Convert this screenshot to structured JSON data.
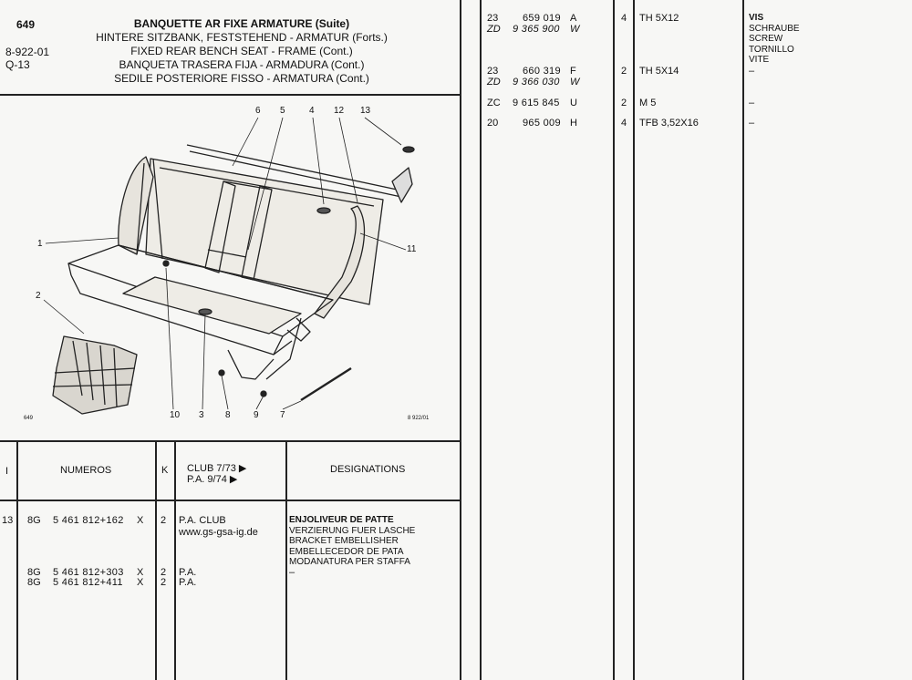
{
  "header": {
    "page_number": "649",
    "ref_code": "8-922-01",
    "q_code": "Q-13",
    "title_lines": [
      "BANQUETTE AR FIXE ARMATURE (Suite)",
      "HINTERE SITZBANK, FESTSTEHEND - ARMATUR (Forts.)",
      "FIXED REAR BENCH SEAT - FRAME (Cont.)",
      "BANQUETA TRASERA FIJA - ARMADURA (Cont.)",
      "SEDILE POSTERIORE FISSO - ARMATURA (Cont.)"
    ]
  },
  "diagram": {
    "callouts": [
      "1",
      "2",
      "3",
      "4",
      "5",
      "6",
      "7",
      "8",
      "9",
      "10",
      "11",
      "12",
      "13"
    ],
    "small_left": "649",
    "small_right": "8 922/01"
  },
  "table_header": {
    "col_i": "I",
    "col_numeros": "NUMEROS",
    "col_k": "K",
    "col_models_line1": "CLUB  7/73 ▶",
    "col_models_line2": "P.A.    9/74 ▶",
    "col_designations": "DESIGNATIONS"
  },
  "left_rows": [
    {
      "i": "13",
      "code": "8G",
      "num": "5 461 812+162",
      "x": "X",
      "k": "2",
      "model": "P.A. CLUB",
      "model2": "www.gs-gsa-ig.de",
      "des": [
        "ENJOLIVEUR DE PATTE",
        "VERZIERUNG FUER LASCHE",
        "BRACKET EMBELLISHER",
        "EMBELLECEDOR DE PATA",
        "MODANATURA PER STAFFA"
      ]
    },
    {
      "i": "",
      "code": "8G",
      "num": "5 461 812+303",
      "x": "X",
      "k": "2",
      "model": "P.A.",
      "des": [
        "–"
      ]
    },
    {
      "i": "",
      "code": "8G",
      "num": "5 461 812+411",
      "x": "X",
      "k": "2",
      "model": "P.A.",
      "des": []
    }
  ],
  "right_rows": [
    {
      "c1": "23",
      "n1": "659 019",
      "l1": "A",
      "c2": "ZD",
      "n2": "9 365 900",
      "l2": "W",
      "k": "4",
      "desc": "TH 5X12",
      "des": [
        "VIS",
        "SCHRAUBE",
        "SCREW",
        "TORNILLO",
        "VITE"
      ]
    },
    {
      "c1": "23",
      "n1": "660 319",
      "l1": "F",
      "c2": "ZD",
      "n2": "9 366 030",
      "l2": "W",
      "k": "2",
      "desc": "TH 5X14",
      "des": [
        "–"
      ]
    },
    {
      "c1": "ZC",
      "n1": "9 615 845",
      "l1": "U",
      "k": "2",
      "desc": "M 5",
      "des": [
        "–"
      ]
    },
    {
      "c1": "20",
      "n1": "965 009",
      "l1": "H",
      "k": "4",
      "desc": "TFB 3,52X16",
      "des": [
        "–"
      ]
    }
  ]
}
